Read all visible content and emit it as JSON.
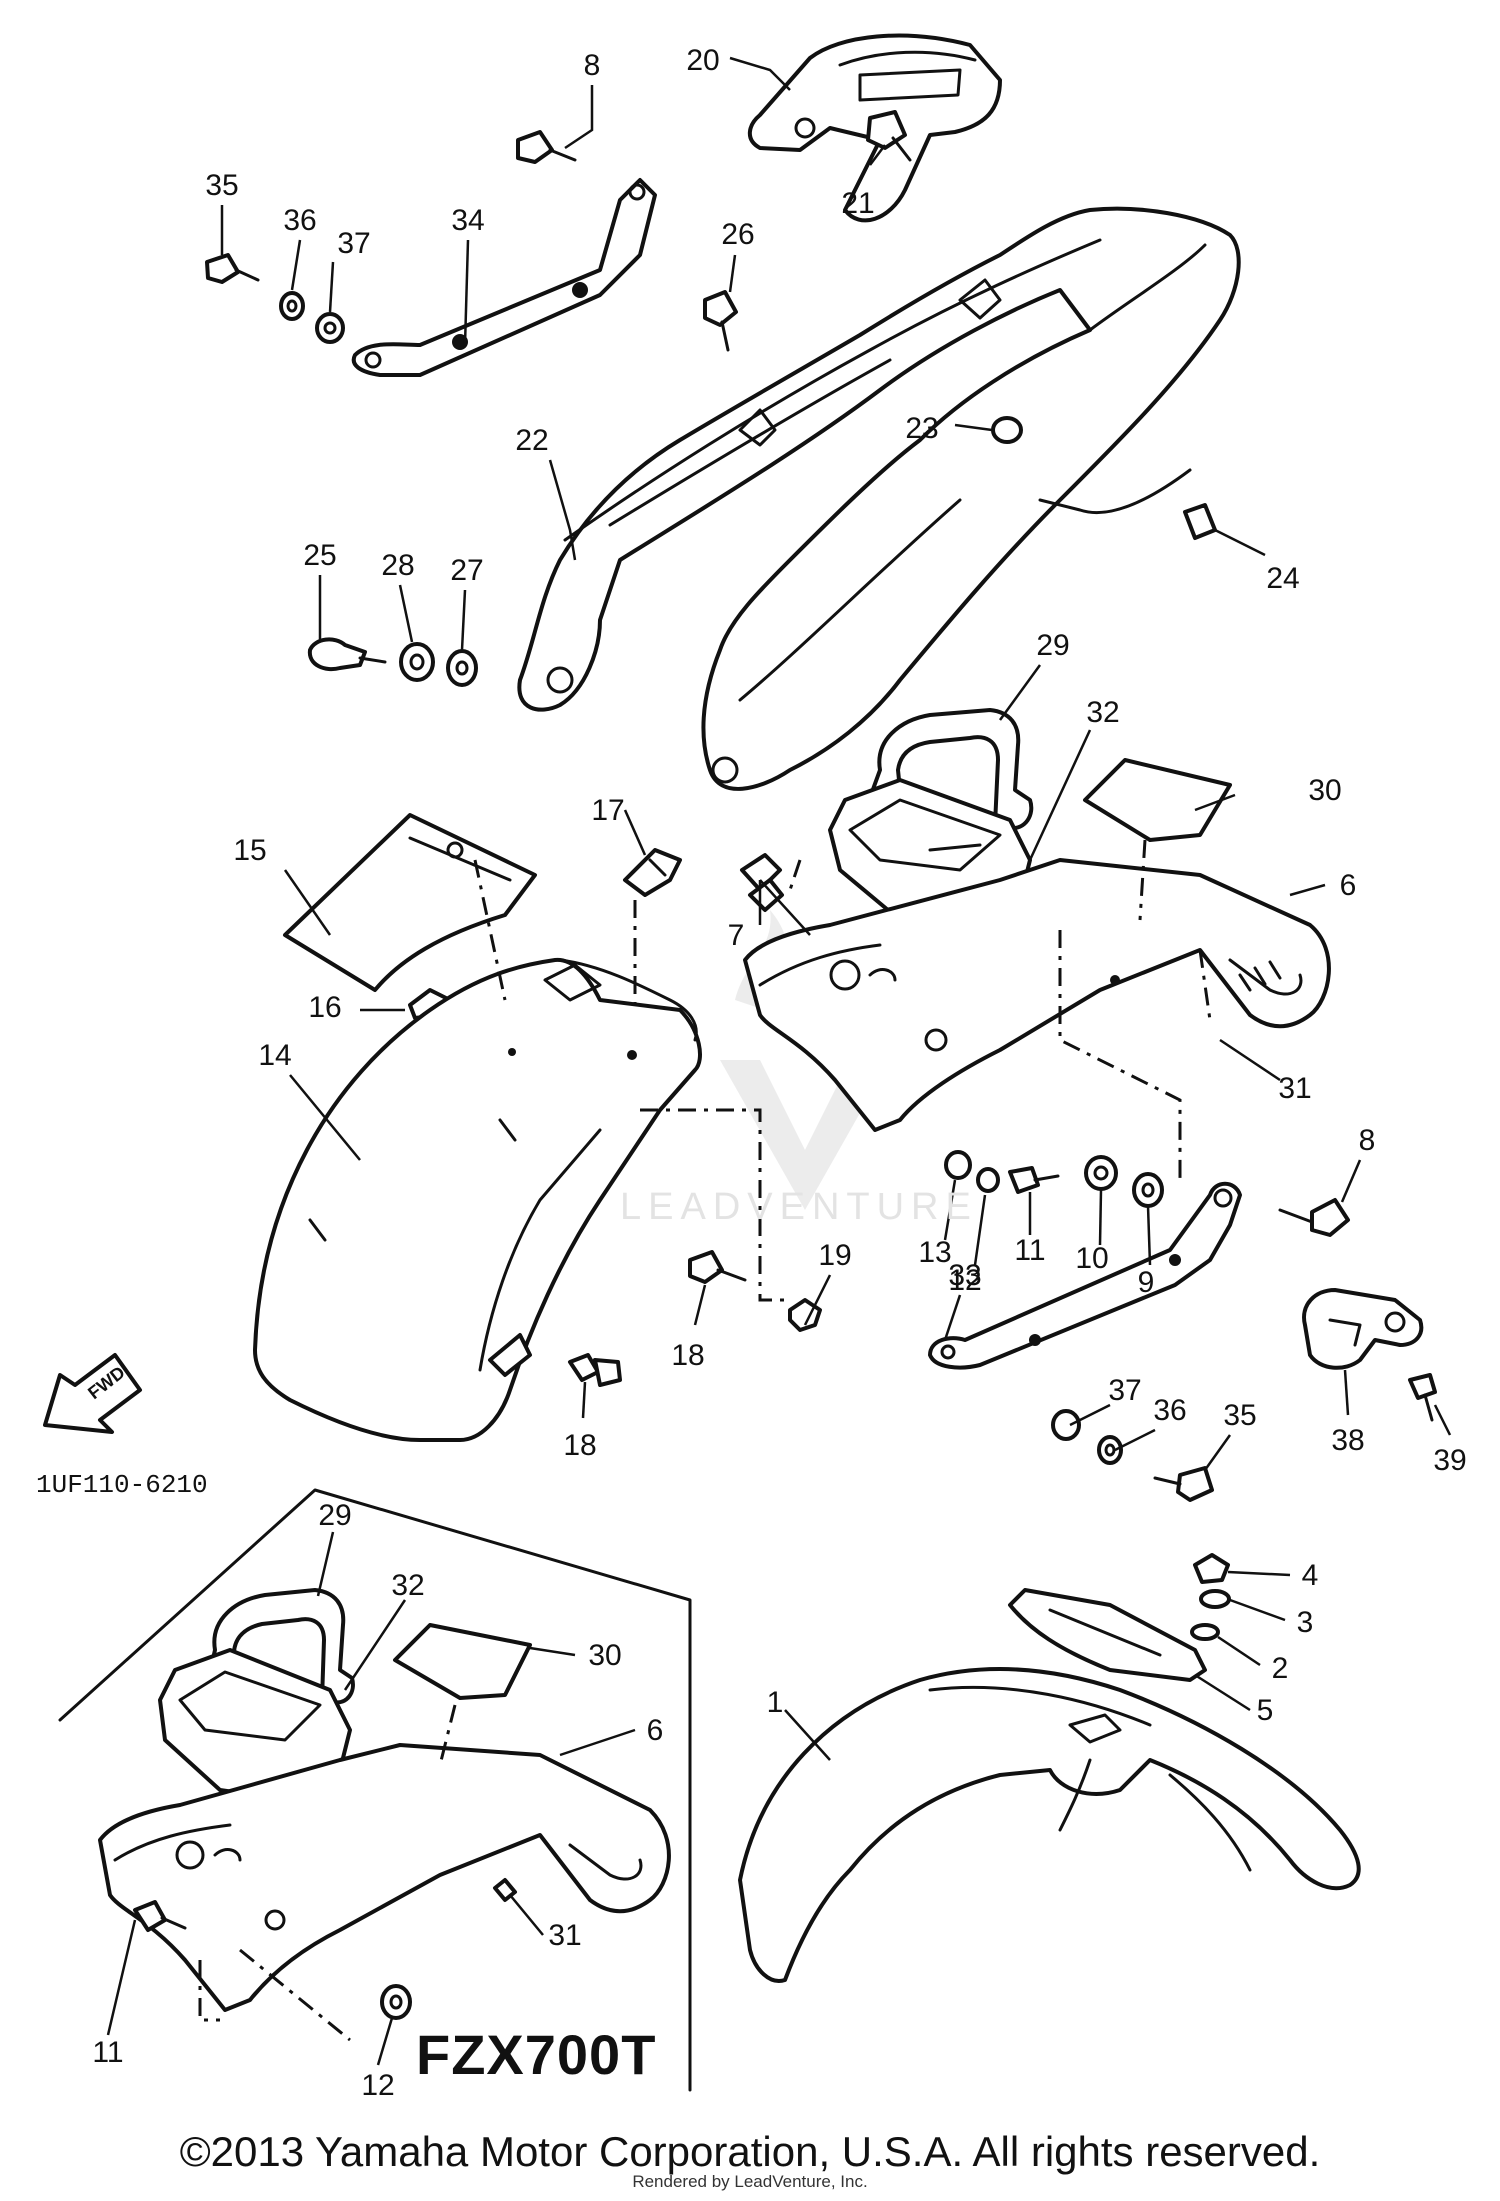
{
  "diagram": {
    "model_label": "FZX700T",
    "figure_code": "1UF110-6210",
    "fwd_label": "FWD",
    "copyright": "©2013 Yamaha Motor Corporation, U.S.A. All rights reserved.",
    "rendered_by": "Rendered by LeadVenture, Inc.",
    "watermark": "LEADVENTURE",
    "callouts": [
      "20",
      "8",
      "21",
      "35",
      "36",
      "37",
      "34",
      "26",
      "23",
      "22",
      "24",
      "25",
      "28",
      "27",
      "29",
      "32",
      "30",
      "15",
      "17",
      "6",
      "7",
      "16",
      "14",
      "31",
      "13",
      "12",
      "11",
      "10",
      "9",
      "8",
      "19",
      "33",
      "18",
      "18",
      "37",
      "36",
      "35",
      "38",
      "39",
      "4",
      "3",
      "2",
      "5",
      "1",
      "29",
      "32",
      "30",
      "6",
      "31",
      "11",
      "12"
    ]
  }
}
